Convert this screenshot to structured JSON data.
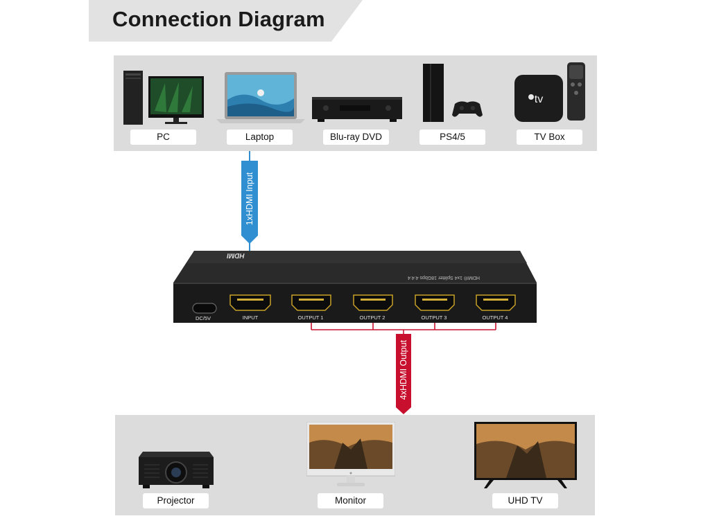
{
  "title": "Connection Diagram",
  "sources": [
    {
      "label": "PC",
      "icon": "pc-monitor-icon"
    },
    {
      "label": "Laptop",
      "icon": "laptop-icon"
    },
    {
      "label": "Blu-ray DVD",
      "icon": "bluray-player-icon"
    },
    {
      "label": "PS4/5",
      "icon": "game-console-icon"
    },
    {
      "label": "TV Box",
      "icon": "tv-box-icon"
    }
  ],
  "input_cable_label": "1xHDMI Input",
  "output_cable_label": "4xHDMI Output",
  "splitter": {
    "brand": "HDMI",
    "top_text": "HDMI® 1x4 Splitter 18Gbps 4:4:4",
    "ports": [
      {
        "label": "DC/5V",
        "type": "power"
      },
      {
        "label": "INPUT",
        "type": "hdmi"
      },
      {
        "label": "OUTPUT 1",
        "type": "hdmi"
      },
      {
        "label": "OUTPUT 2",
        "type": "hdmi"
      },
      {
        "label": "OUTPUT 3",
        "type": "hdmi"
      },
      {
        "label": "OUTPUT 4",
        "type": "hdmi"
      }
    ]
  },
  "destinations": [
    {
      "label": "Projector",
      "icon": "projector-icon"
    },
    {
      "label": "Monitor",
      "icon": "monitor-icon"
    },
    {
      "label": "UHD TV",
      "icon": "uhd-tv-icon"
    }
  ],
  "colors": {
    "input_cable": "#2f8fd1",
    "output_cable": "#c8102e",
    "panel": "#dcdcdc",
    "banner": "#e2e2e2"
  }
}
